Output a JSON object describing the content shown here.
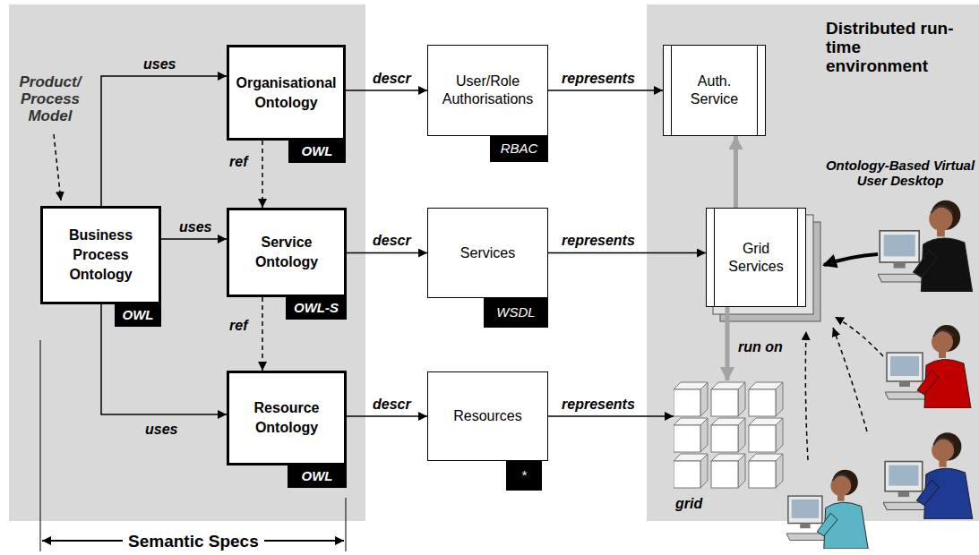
{
  "diagram": {
    "nodes": [
      {
        "text": [
          "Business Process Ontology"
        ]
      },
      {
        "text": [
          "OWL"
        ],
        "in": 0
      },
      {
        "text": [
          "Organisational Ontology"
        ]
      },
      {
        "text": [
          "OWL"
        ],
        "in": 2
      },
      {
        "text": [
          "Service Ontology"
        ]
      },
      {
        "text": [
          "OWL-S"
        ],
        "in": 4
      },
      {
        "text": [
          "Resource Ontology"
        ]
      },
      {
        "text": [
          "OWL"
        ],
        "in": 6
      },
      {
        "text": [
          "User/Role Authorisations"
        ]
      },
      {
        "text": [
          "RBAC"
        ],
        "in": 8
      },
      {
        "text": [
          "Services"
        ]
      },
      {
        "text": [
          "WSDL"
        ],
        "in": 10
      },
      {
        "text": [
          "Resources"
        ]
      },
      {
        "text": [
          "*"
        ],
        "in": 12
      },
      {
        "text": [
          "Distributed run-time environment"
        ]
      },
      {
        "text": [
          "Auth. Service"
        ],
        "in": 14
      },
      {
        "text": [
          "Grid Services"
        ],
        "in": 14
      },
      {
        "text": [
          "grid"
        ],
        "in": 14
      }
    ],
    "edges": [
      {
        "from": 0,
        "to": 2,
        "label": "uses",
        "arrow": "to"
      },
      {
        "from": 0,
        "to": 4,
        "label": "uses",
        "arrow": "to"
      },
      {
        "from": 0,
        "to": 6,
        "label": "uses",
        "arrow": "to"
      },
      {
        "from": 2,
        "to": 4,
        "label": "ref",
        "arrow": "to"
      },
      {
        "from": 4,
        "to": 6,
        "label": "ref",
        "arrow": "to"
      },
      {
        "from": 2,
        "to": 8,
        "label": "descr",
        "arrow": "to"
      },
      {
        "from": 4,
        "to": 10,
        "label": "descr",
        "arrow": "to"
      },
      {
        "from": 6,
        "to": 12,
        "label": "descr",
        "arrow": "to"
      },
      {
        "from": 8,
        "to": 15,
        "label": "represents",
        "arrow": "to"
      },
      {
        "from": 10,
        "to": 16,
        "label": "represents",
        "arrow": "to"
      },
      {
        "from": 12,
        "to": 17,
        "label": "represents",
        "arrow": "to"
      },
      {
        "from": 16,
        "to": 15,
        "arrow": "to"
      },
      {
        "from": 16,
        "to": 17,
        "label": "run on",
        "arrow": "to"
      }
    ],
    "labels": [
      "Product/ Process Model",
      "Semantic Specs",
      "Ontology-Based Virtual User Desktop"
    ]
  }
}
